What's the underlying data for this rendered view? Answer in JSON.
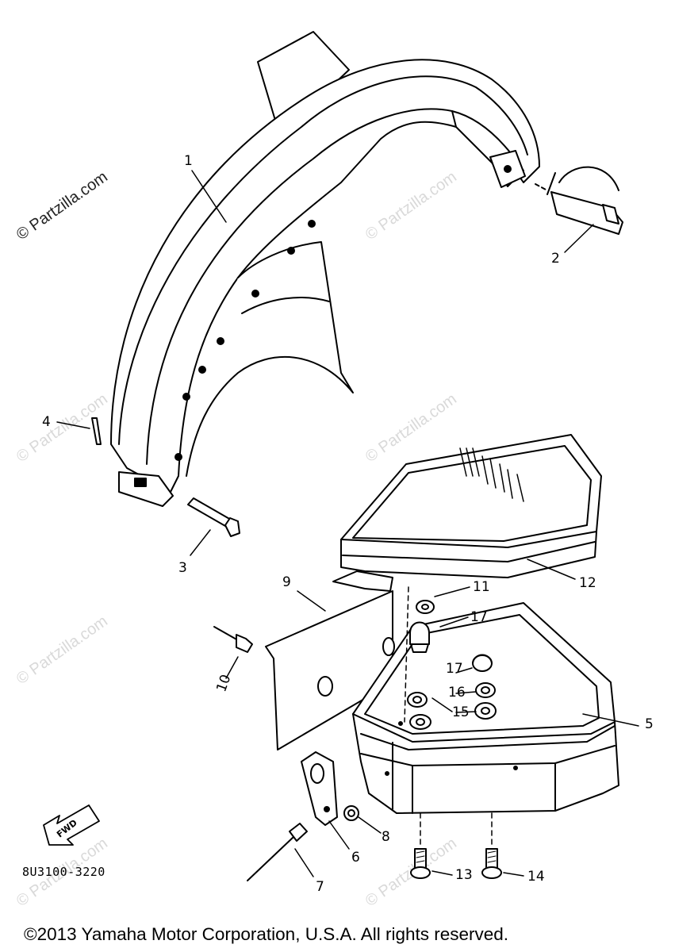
{
  "watermark": "© Partzilla.com",
  "fwd_text": "FWD",
  "diagram_code": "8U3100-3220",
  "copyright": "©2013 Yamaha Motor Corporation, U.S.A. All rights reserved.",
  "callouts": [
    {
      "id": "1",
      "text": "1"
    },
    {
      "id": "2",
      "text": "2"
    },
    {
      "id": "3",
      "text": "3"
    },
    {
      "id": "4",
      "text": "4"
    },
    {
      "id": "5",
      "text": "5"
    },
    {
      "id": "6",
      "text": "6"
    },
    {
      "id": "7",
      "text": "7"
    },
    {
      "id": "8",
      "text": "8"
    },
    {
      "id": "9",
      "text": "9"
    },
    {
      "id": "10",
      "text": "10"
    },
    {
      "id": "11",
      "text": "11"
    },
    {
      "id": "12",
      "text": "12"
    },
    {
      "id": "13",
      "text": "13"
    },
    {
      "id": "14",
      "text": "14"
    },
    {
      "id": "15",
      "text": "15"
    },
    {
      "id": "16",
      "text": "16"
    },
    {
      "id": "17a",
      "text": "17"
    },
    {
      "id": "17b",
      "text": "17"
    }
  ]
}
